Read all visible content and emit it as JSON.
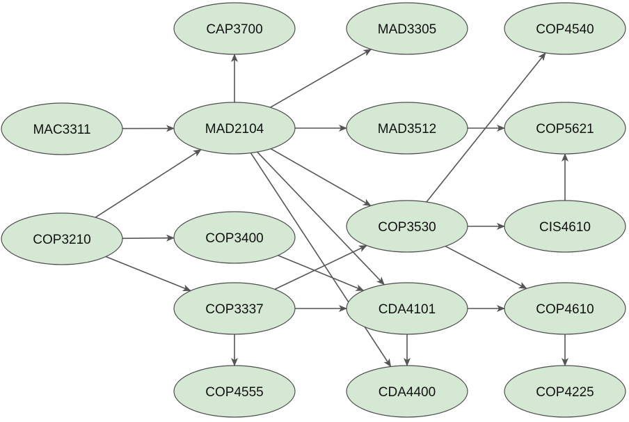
{
  "nodes": [
    {
      "id": "CAP3700",
      "label": "CAP3700"
    },
    {
      "id": "MAD3305",
      "label": "MAD3305"
    },
    {
      "id": "COP4540",
      "label": "COP4540"
    },
    {
      "id": "MAC3311",
      "label": "MAC3311"
    },
    {
      "id": "MAD2104",
      "label": "MAD2104"
    },
    {
      "id": "MAD3512",
      "label": "MAD3512"
    },
    {
      "id": "COP5621",
      "label": "COP5621"
    },
    {
      "id": "COP3210",
      "label": "COP3210"
    },
    {
      "id": "COP3400",
      "label": "COP3400"
    },
    {
      "id": "COP3530",
      "label": "COP3530"
    },
    {
      "id": "CIS4610",
      "label": "CIS4610"
    },
    {
      "id": "COP3337",
      "label": "COP3337"
    },
    {
      "id": "CDA4101",
      "label": "CDA4101"
    },
    {
      "id": "COP4610",
      "label": "COP4610"
    },
    {
      "id": "COP4555",
      "label": "COP4555"
    },
    {
      "id": "CDA4400",
      "label": "CDA4400"
    },
    {
      "id": "COP4225",
      "label": "COP4225"
    }
  ],
  "edges": [
    {
      "from": "MAC3311",
      "to": "MAD2104"
    },
    {
      "from": "COP3210",
      "to": "MAD2104"
    },
    {
      "from": "COP3210",
      "to": "COP3400"
    },
    {
      "from": "COP3210",
      "to": "COP3337"
    },
    {
      "from": "MAD2104",
      "to": "CAP3700"
    },
    {
      "from": "MAD2104",
      "to": "MAD3305"
    },
    {
      "from": "MAD2104",
      "to": "MAD3512"
    },
    {
      "from": "MAD2104",
      "to": "COP3530"
    },
    {
      "from": "MAD2104",
      "to": "CDA4101"
    },
    {
      "from": "MAD2104",
      "to": "CDA4400"
    },
    {
      "from": "COP3400",
      "to": "CDA4101"
    },
    {
      "from": "COP3337",
      "to": "COP3530"
    },
    {
      "from": "COP3337",
      "to": "CDA4101"
    },
    {
      "from": "COP3337",
      "to": "COP4555"
    },
    {
      "from": "MAD3512",
      "to": "COP5621"
    },
    {
      "from": "COP3530",
      "to": "COP4540"
    },
    {
      "from": "COP3530",
      "to": "CIS4610"
    },
    {
      "from": "COP3530",
      "to": "COP4610"
    },
    {
      "from": "CDA4101",
      "to": "COP4610"
    },
    {
      "from": "CDA4101",
      "to": "CDA4400"
    },
    {
      "from": "CIS4610",
      "to": "COP5621"
    },
    {
      "from": "COP4610",
      "to": "COP4225"
    }
  ],
  "colors": {
    "node_fill": "#d5e8d4",
    "node_stroke": "#4d4d4d",
    "edge": "#555555",
    "text": "#111111"
  }
}
